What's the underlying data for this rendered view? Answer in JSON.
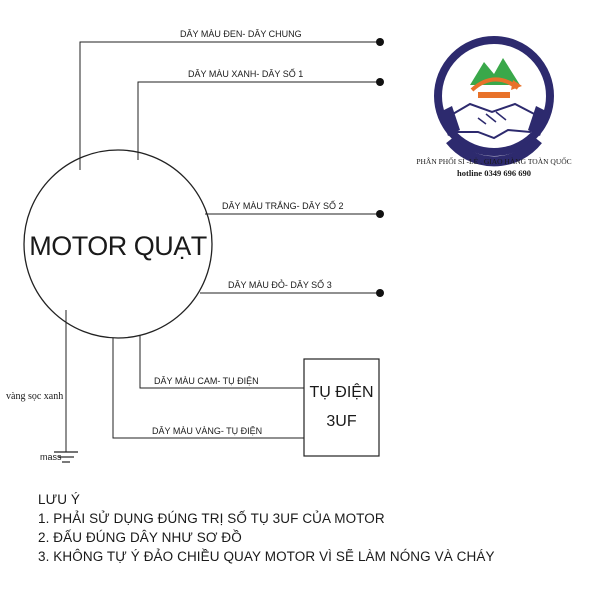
{
  "diagram": {
    "motor_label": "MOTOR QUẠT",
    "capacitor_label_line1": "TỤ ĐIỆN",
    "capacitor_label_line2": "3UF",
    "ground_wire_label": "vàng sọc xanh",
    "ground_label": "mass",
    "wires": [
      {
        "label": "DÂY MÀU ĐEN- DÂY CHUNG",
        "color": "#000000"
      },
      {
        "label": "DÂY MÀU XANH- DÂY SỐ 1",
        "color": "#1e5fb4"
      },
      {
        "label": "DÂY MÀU TRẮNG- DÂY SỐ 2",
        "color": "#ffffff"
      },
      {
        "label": "DÂY MÀU ĐỎ- DÂY SỐ 3",
        "color": "#d21f1f"
      },
      {
        "label": "DÂY MÀU CAM- TỤ ĐIỆN",
        "color": "#f08c1e"
      },
      {
        "label": "DÂY MÀU VÀNG- TỤ ĐIỆN",
        "color": "#f2c81e"
      }
    ]
  },
  "logo": {
    "tagline": "PHÂN PHỐI SỈ -LẺ . GIAO HÀNG TOÀN QUỐC",
    "hotline": "hotline 0349 696 690",
    "colors": {
      "ring": "#2d2a6e",
      "accent": "#e8722a",
      "mountain": "#3aa84a"
    }
  },
  "notes": {
    "title": "LƯU Ý",
    "items": [
      "1. PHẢI SỬ DỤNG ĐÚNG TRỊ SỐ TỤ 3UF CỦA MOTOR",
      "2. ĐẤU ĐÚNG DÂY NHƯ SƠ ĐỒ",
      "3. KHÔNG TỰ Ý ĐẢO CHIỀU QUAY MOTOR VÌ SẼ LÀM NÓNG VÀ CHÁY"
    ]
  }
}
